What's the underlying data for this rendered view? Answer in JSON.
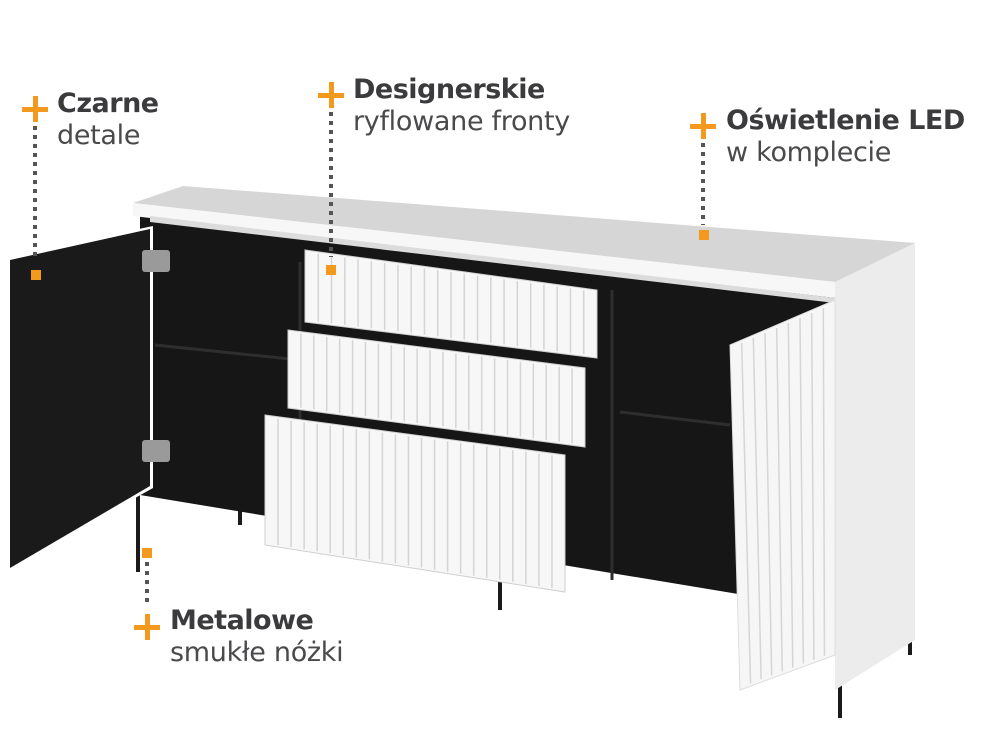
{
  "callouts": [
    {
      "title": "Czarne",
      "subtitle": "detale"
    },
    {
      "title": "Designerskie",
      "subtitle": "ryflowane fronty"
    },
    {
      "title": "Oświetlenie LED",
      "subtitle": "w komplecie"
    },
    {
      "title": "Metalowe",
      "subtitle": "smukłe nóżki"
    }
  ],
  "colors": {
    "accent": "#f39a1e",
    "text": "#3b3b3d",
    "cabinet": "#f2f2f2",
    "interior": "#151515"
  }
}
